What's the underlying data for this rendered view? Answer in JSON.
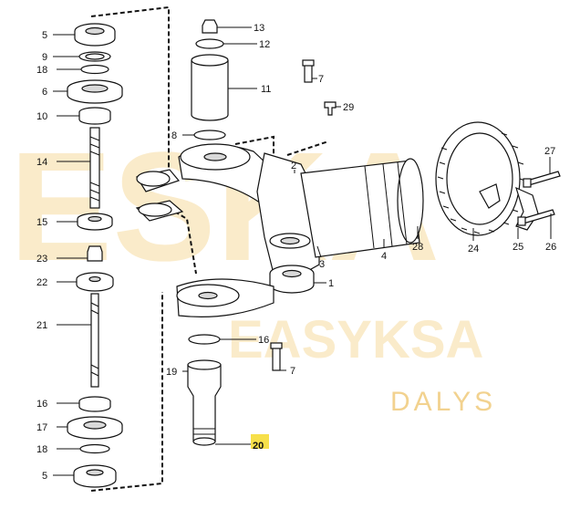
{
  "watermark": {
    "brand_big": "ESKA",
    "brand_mid": "EASYKSA",
    "brand_small": "DALYS"
  },
  "parts": [
    {
      "id": "p5a",
      "num": "5"
    },
    {
      "id": "p9",
      "num": "9"
    },
    {
      "id": "p18a",
      "num": "18"
    },
    {
      "id": "p6",
      "num": "6"
    },
    {
      "id": "p10",
      "num": "10"
    },
    {
      "id": "p14",
      "num": "14"
    },
    {
      "id": "p15",
      "num": "15"
    },
    {
      "id": "p23",
      "num": "23"
    },
    {
      "id": "p22",
      "num": "22"
    },
    {
      "id": "p21",
      "num": "21"
    },
    {
      "id": "p16a",
      "num": "16"
    },
    {
      "id": "p17",
      "num": "17"
    },
    {
      "id": "p18b",
      "num": "18"
    },
    {
      "id": "p5b",
      "num": "5"
    },
    {
      "id": "p13",
      "num": "13"
    },
    {
      "id": "p12",
      "num": "12"
    },
    {
      "id": "p11",
      "num": "11"
    },
    {
      "id": "p8",
      "num": "8"
    },
    {
      "id": "p7a",
      "num": "7"
    },
    {
      "id": "p29",
      "num": "29"
    },
    {
      "id": "p2",
      "num": "2"
    },
    {
      "id": "p3",
      "num": "3"
    },
    {
      "id": "p4",
      "num": "4"
    },
    {
      "id": "p28",
      "num": "28"
    },
    {
      "id": "p24",
      "num": "24"
    },
    {
      "id": "p25",
      "num": "25"
    },
    {
      "id": "p26",
      "num": "26"
    },
    {
      "id": "p27",
      "num": "27"
    },
    {
      "id": "p1",
      "num": "1"
    },
    {
      "id": "p16b",
      "num": "16"
    },
    {
      "id": "p7b",
      "num": "7"
    },
    {
      "id": "p19",
      "num": "19"
    },
    {
      "id": "p20",
      "num": "20",
      "highlighted": true
    }
  ],
  "colors": {
    "highlight": "#f7e04a",
    "watermark": "#f6dba0",
    "line": "#111111"
  }
}
